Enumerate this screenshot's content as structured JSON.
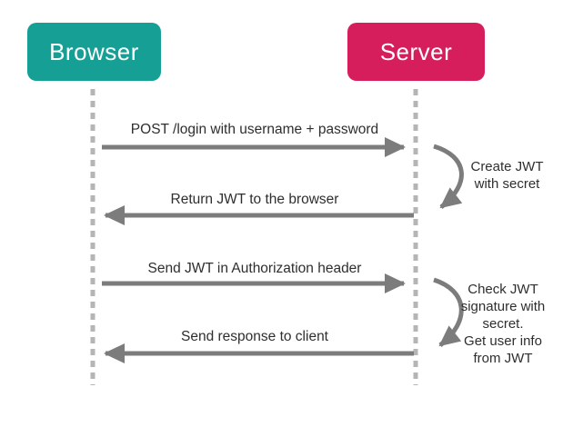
{
  "colors": {
    "teal": "#16a095",
    "pink": "#d61e5c",
    "arrow": "#7c7c7c",
    "lifeline": "#b5b5b5",
    "text": "#2e2e2e",
    "bg": "#ffffff"
  },
  "actors": [
    {
      "label": "Browser"
    },
    {
      "label": "Server"
    }
  ],
  "messages": [
    {
      "label": "POST /login with username + password",
      "from": "Browser",
      "to": "Server"
    },
    {
      "label": "Return JWT to the browser",
      "from": "Server",
      "to": "Browser"
    },
    {
      "label": "Send JWT in Authorization header",
      "from": "Browser",
      "to": "Server"
    },
    {
      "label": "Send response to client",
      "from": "Server",
      "to": "Browser"
    }
  ],
  "self_actions": [
    {
      "actor": "Server",
      "label": "Create JWT\nwith secret"
    },
    {
      "actor": "Server",
      "label": "Check JWT\nsignature with\nsecret.\nGet user info\nfrom JWT"
    }
  ]
}
